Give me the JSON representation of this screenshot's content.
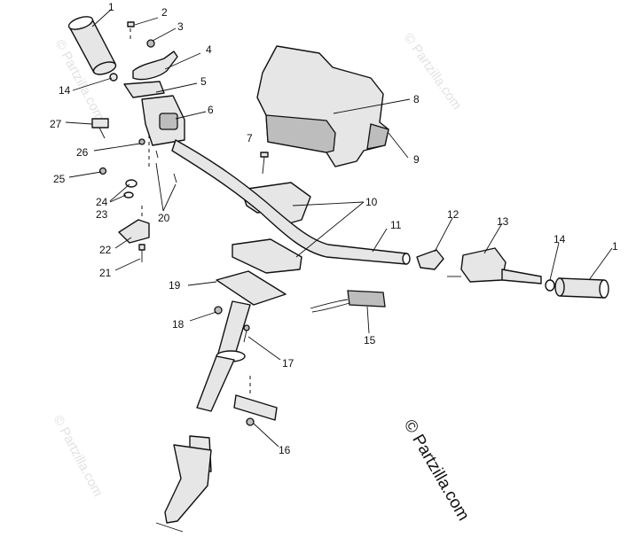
{
  "callouts": {
    "c1a": "1",
    "c2": "2",
    "c3": "3",
    "c4": "4",
    "c5": "5",
    "c6": "6",
    "c7": "7",
    "c8": "8",
    "c9": "9",
    "c10": "10",
    "c11": "11",
    "c12": "12",
    "c13": "13",
    "c14a": "14",
    "c14b": "14",
    "c1b": "1",
    "c15": "15",
    "c16": "16",
    "c17": "17",
    "c18": "18",
    "c19": "19",
    "c20": "20",
    "c21": "21",
    "c22": "22",
    "c23": "23",
    "c24": "24",
    "c25": "25",
    "c26": "26",
    "c27": "27"
  },
  "watermarks": {
    "main": "© Partzilla.com",
    "faint": "© Partzilla.com"
  }
}
